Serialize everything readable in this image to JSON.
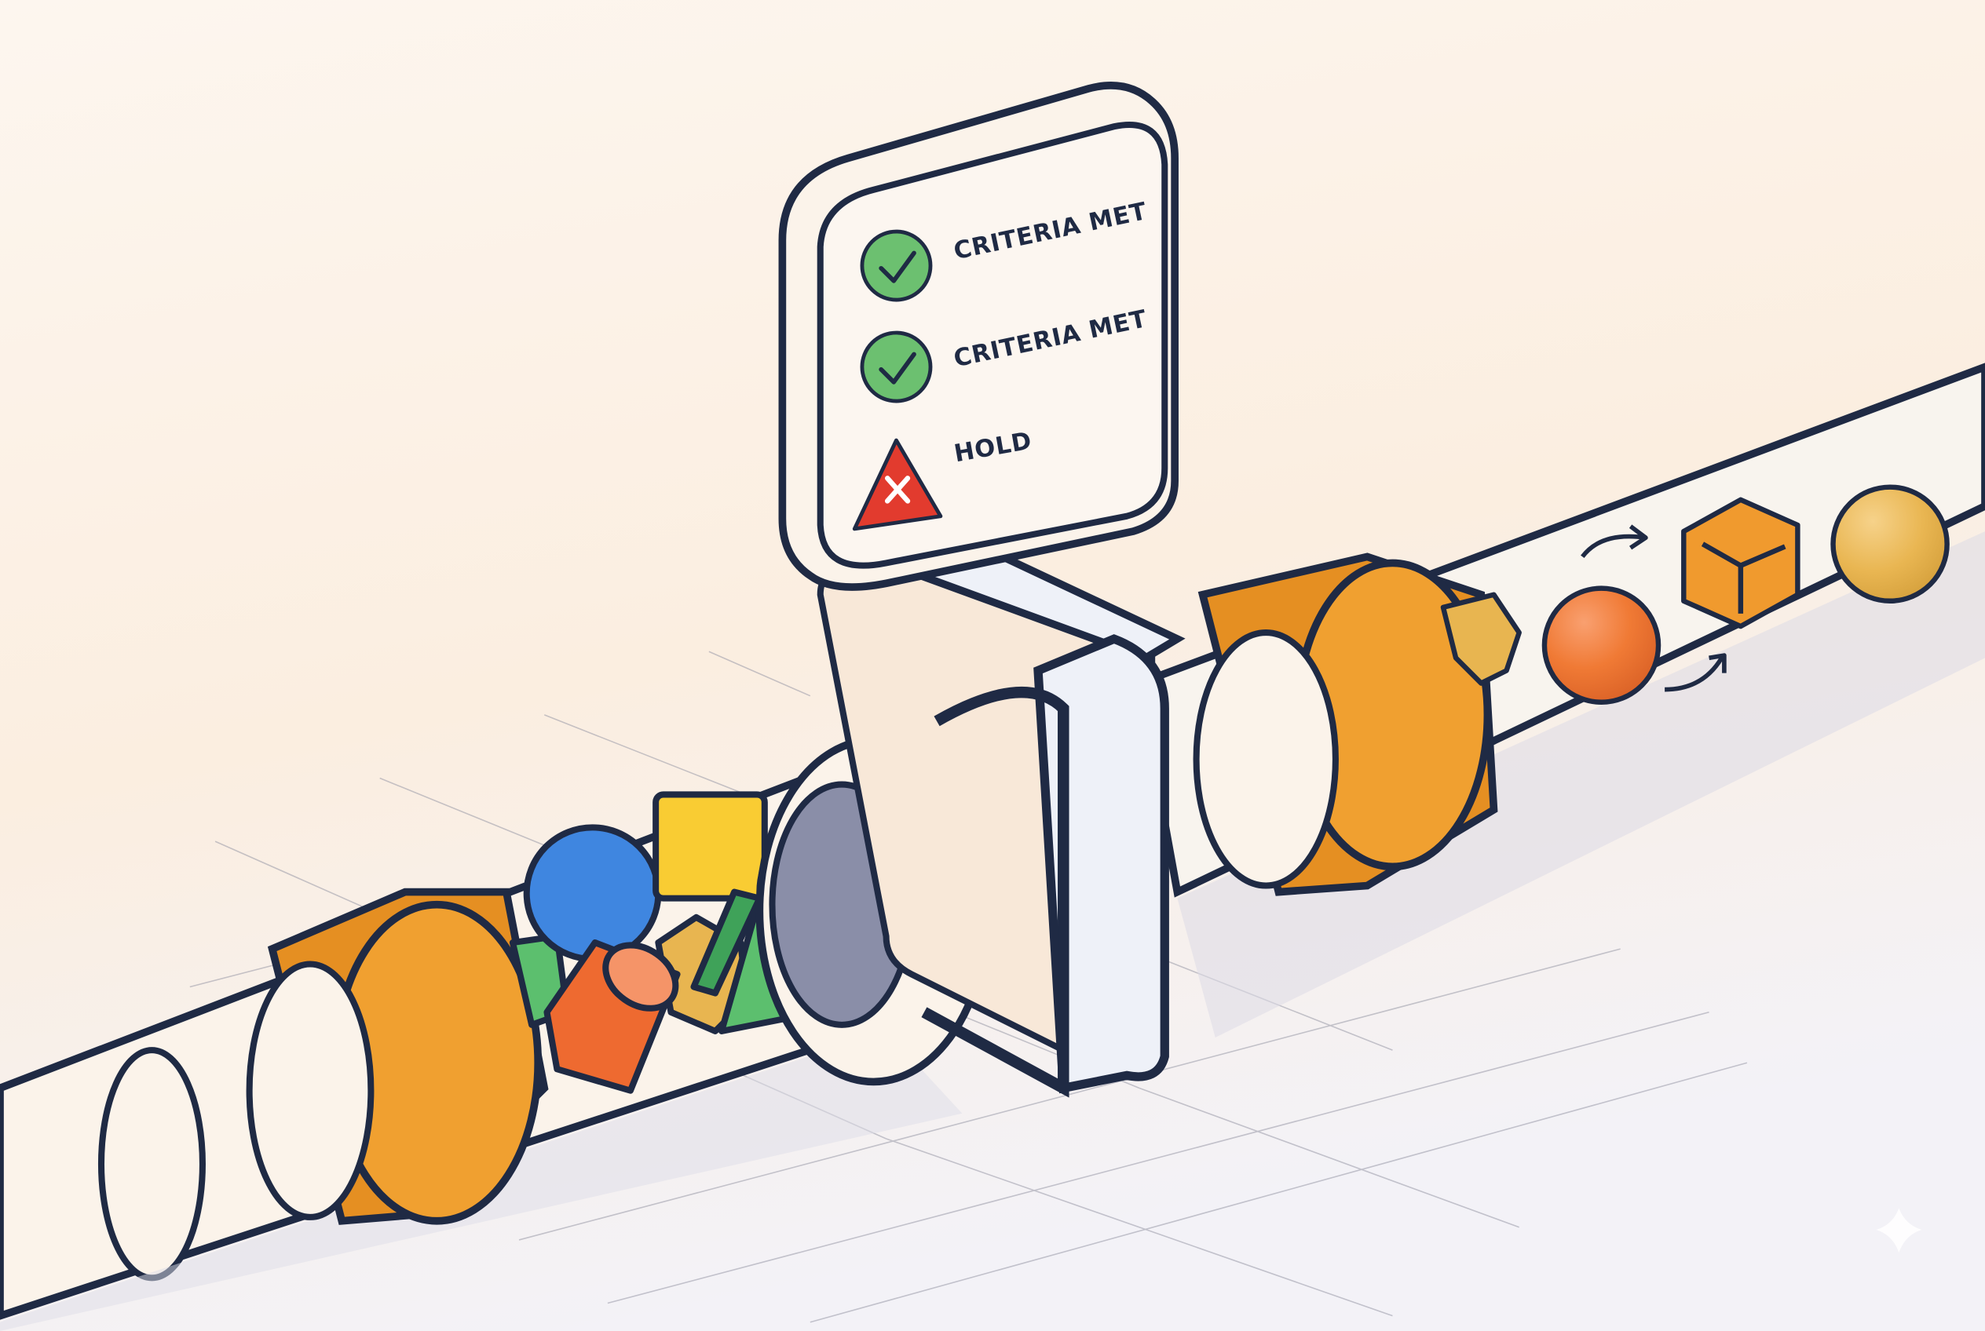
{
  "illustration": {
    "subject": "filter gate on a pipeline",
    "status_panel": {
      "rows": [
        {
          "icon": "check-circle-icon",
          "label": "CRITERIA MET",
          "color": "#5cb85c"
        },
        {
          "icon": "check-circle-icon",
          "label": "CRITERIA MET",
          "color": "#5cb85c"
        },
        {
          "icon": "warning-x-triangle-icon",
          "label": "HOLD",
          "color": "#e23b2e"
        }
      ]
    },
    "colors": {
      "outline": "#1f2a44",
      "pipe": "#fbf4ec",
      "ring": "#f0a030",
      "background_top": "#fbefe2",
      "background_bottom": "#f4f2f6",
      "blue": "#3f86e0",
      "yellow": "#f9cc33",
      "green": "#5cbf6e",
      "red_orange": "#ee6a30",
      "orange": "#f09a2e",
      "gold": "#e8b550"
    },
    "shapes_before_gate": [
      "sphere-blue",
      "cube-yellow",
      "cylinder-red",
      "triangle-prism-green",
      "hexagon-amber",
      "cylinder-orange"
    ],
    "shapes_after_gate": [
      "hexagon-amber",
      "sphere-orange",
      "cube-orange",
      "sphere-gold"
    ],
    "watermark_icon": "sparkle-icon"
  }
}
